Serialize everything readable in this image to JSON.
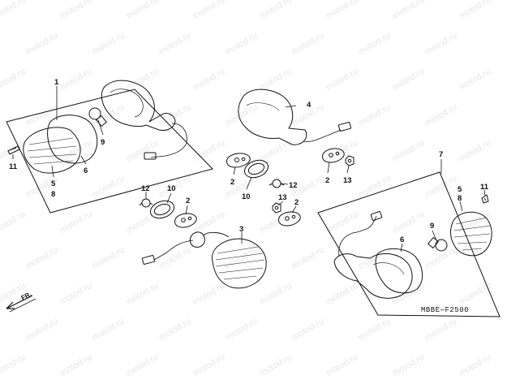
{
  "watermark_text": "motod.ru",
  "diagram_code": "MBBE—F2500",
  "direction_label": "FR.",
  "callouts": {
    "c1": "1",
    "c4": "4",
    "c7": "7",
    "c3": "3",
    "left_9": "9",
    "left_11": "11",
    "left_6": "6",
    "left_5": "5",
    "left_8": "8",
    "mid_2a": "2",
    "mid_10a": "10",
    "mid_12": "12",
    "mid_2b": "2",
    "mid_13a": "13",
    "low_12": "12",
    "low_10": "10",
    "low_2a": "2",
    "low_13": "13",
    "low_2b": "2",
    "right_5": "5",
    "right_8": "8",
    "right_11": "11",
    "right_9": "9",
    "right_6": "6"
  }
}
